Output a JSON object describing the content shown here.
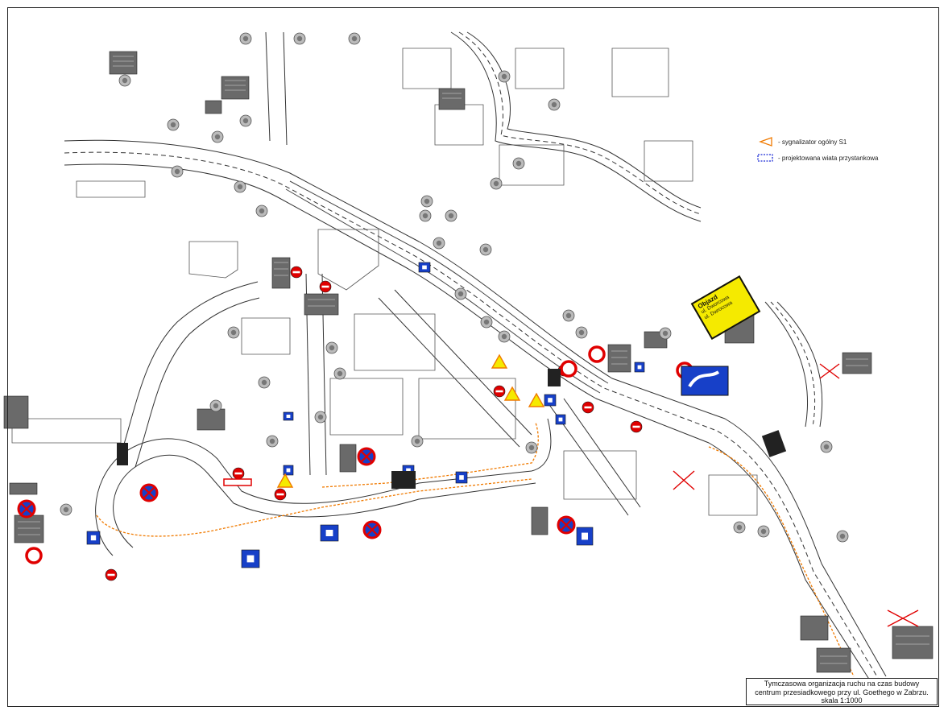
{
  "legend": {
    "items": [
      {
        "symbol": "orange-triangle-icon",
        "label": "- sygnalizator ogólny S1",
        "color": "#f07a00"
      },
      {
        "symbol": "blue-dashed-rect-icon",
        "label": "- projektowana wiata przystankowa",
        "color": "#1a2bd6"
      }
    ]
  },
  "title_block": {
    "line1": "Tymczasowa organizacja ruchu na czas budowy",
    "line2": "centrum przesiadkowego przy ul. Goethego w Zabrzu.",
    "line3": "skala 1:1000"
  },
  "detour_sign": {
    "title": "Objazd",
    "line1": "ul. Dworcowa",
    "line2": "ul. Dwrocowa"
  },
  "colors": {
    "sign_red": "#e00000",
    "sign_blue": "#1740c8",
    "sign_yellow": "#f5ea00",
    "route_orange": "#f07a00",
    "ink": "#222222"
  }
}
